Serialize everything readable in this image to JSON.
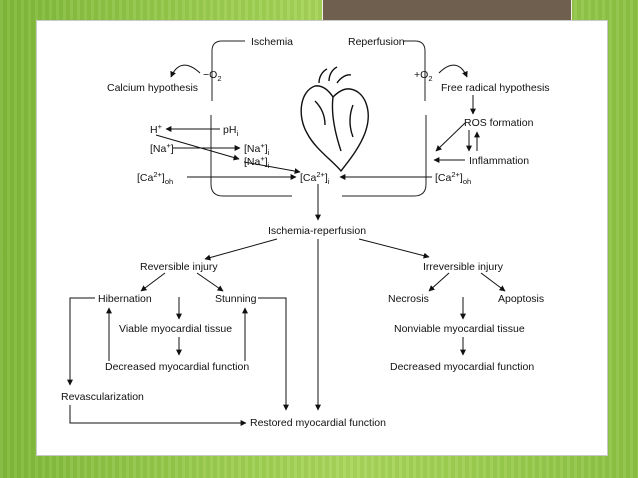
{
  "slide": {
    "accent_green": "#9ccd4f",
    "tab_brown": "#6f5f4f"
  },
  "diagram": {
    "ischemia": "Ischemia",
    "reperfusion": "Reperfusion",
    "minus_o2": "−O",
    "plus_o2": "+O",
    "o2_sub": "2",
    "calcium_hypothesis": "Calcium hypothesis",
    "free_radical_hypothesis": "Free radical hypothesis",
    "h_plus": "H",
    "h_sup": "+",
    "ph": "pH",
    "ph_sub": "i",
    "na": "[Na",
    "na_sup": "+",
    "na_close": "]",
    "na_i1": "[Na",
    "na_i1_sup": "+",
    "na_i1_close": "]",
    "na_i1_sub": "i",
    "na_i2": "[Na",
    "na_i2_sup": "+",
    "na_i2_close": "]",
    "na_i2_sub": "i",
    "ca_oh_left": "[Ca",
    "ca_oh_left_sup": "2+",
    "ca_oh_left_close": "]",
    "ca_oh_left_sub": "oh",
    "ca_i": "[Ca",
    "ca_i_sup": "2+",
    "ca_i_close": "]",
    "ca_i_sub": "i",
    "ca_oh_right": "[Ca",
    "ca_oh_right_sup": "2+",
    "ca_oh_right_close": "]",
    "ca_oh_right_sub": "oh",
    "ros_formation": "ROS formation",
    "inflammation": "Inflammation",
    "ischemia_reperfusion": "Ischemia-reperfusion",
    "reversible_injury": "Reversible injury",
    "irreversible_injury": "Irreversible injury",
    "hibernation": "Hibernation",
    "stunning": "Stunning",
    "viable_tissue": "Viable myocardial tissue",
    "decreased_function_left": "Decreased myocardial function",
    "necrosis": "Necrosis",
    "apoptosis": "Apoptosis",
    "nonviable_tissue": "Nonviable myocardial tissue",
    "decreased_function_right": "Decreased myocardial function",
    "revascularization": "Revascularization",
    "restored_function": "Restored myocardial function"
  }
}
